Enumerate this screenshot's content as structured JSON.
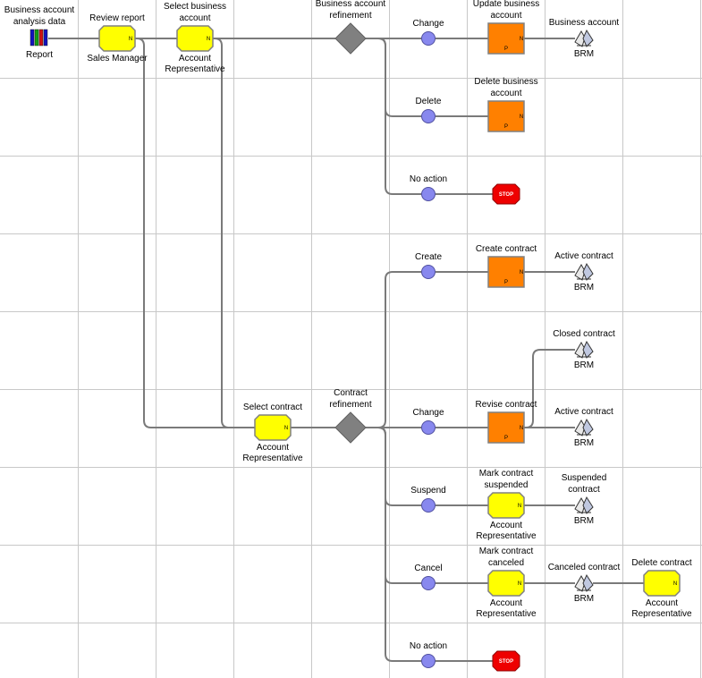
{
  "colors": {
    "grid": "#c8c8c8",
    "connector": "#7a7a7a",
    "task_fill": "#ffff00",
    "task_stroke": "#808080",
    "subprocess_fill": "#ff8000",
    "event_fill": "#8888ee",
    "gateway_fill": "#808080",
    "stop_fill": "#ee0000"
  },
  "labels": {
    "n_marker": "N",
    "p_marker": "P",
    "stop_text": "STOP"
  },
  "nodes": [
    {
      "id": "report",
      "kind": "report",
      "col": 0,
      "row": 0,
      "label_above": "Business account analysis data",
      "label_below": "Report",
      "icon": "report-books-icon"
    },
    {
      "id": "review",
      "kind": "task",
      "col": 1,
      "row": 0,
      "label_above": "Review report",
      "label_below": "Sales Manager"
    },
    {
      "id": "select_ba",
      "kind": "task",
      "col": 2,
      "row": 0,
      "label_above": "Select business account",
      "label_below": "Account Representative"
    },
    {
      "id": "ba_ref",
      "kind": "gateway",
      "col": 4,
      "row": 0,
      "label_above": "Business account refinement",
      "label_below": ""
    },
    {
      "id": "ev_change1",
      "kind": "event",
      "col": 5,
      "row": 0,
      "label_above": "Change",
      "label_below": ""
    },
    {
      "id": "upd_ba",
      "kind": "subprocess",
      "col": 6,
      "row": 0,
      "label_above": "Update business account",
      "label_below": ""
    },
    {
      "id": "brm1",
      "kind": "system",
      "col": 7,
      "row": 0,
      "label_above": "Business account",
      "label_below": "BRM",
      "icon": "brm-system-icon"
    },
    {
      "id": "ev_delete",
      "kind": "event",
      "col": 5,
      "row": 1,
      "label_above": "Delete",
      "label_below": ""
    },
    {
      "id": "del_ba",
      "kind": "subprocess",
      "col": 6,
      "row": 1,
      "label_above": "Delete business account",
      "label_below": ""
    },
    {
      "id": "ev_noact1",
      "kind": "event",
      "col": 5,
      "row": 2,
      "label_above": "No action",
      "label_below": ""
    },
    {
      "id": "stop1",
      "kind": "stop",
      "col": 6,
      "row": 2,
      "label_above": "",
      "label_below": ""
    },
    {
      "id": "ev_create",
      "kind": "event",
      "col": 5,
      "row": 3,
      "label_above": "Create",
      "label_below": ""
    },
    {
      "id": "create_c",
      "kind": "subprocess",
      "col": 6,
      "row": 3,
      "label_above": "Create contract",
      "label_below": ""
    },
    {
      "id": "brm2",
      "kind": "system",
      "col": 7,
      "row": 3,
      "label_above": "Active contract",
      "label_below": "BRM",
      "icon": "brm-system-icon"
    },
    {
      "id": "brm3",
      "kind": "system",
      "col": 7,
      "row": 4,
      "label_above": "Closed contract",
      "label_below": "BRM",
      "icon": "brm-system-icon"
    },
    {
      "id": "select_c",
      "kind": "task",
      "col": 3,
      "row": 5,
      "label_above": "Select contract",
      "label_below": "Account Representative"
    },
    {
      "id": "c_ref",
      "kind": "gateway",
      "col": 4,
      "row": 5,
      "label_above": "Contract refinement",
      "label_below": ""
    },
    {
      "id": "ev_change2",
      "kind": "event",
      "col": 5,
      "row": 5,
      "label_above": "Change",
      "label_below": ""
    },
    {
      "id": "revise_c",
      "kind": "subprocess",
      "col": 6,
      "row": 5,
      "label_above": "Revise contract",
      "label_below": ""
    },
    {
      "id": "brm4",
      "kind": "system",
      "col": 7,
      "row": 5,
      "label_above": "Active contract",
      "label_below": "BRM",
      "icon": "brm-system-icon"
    },
    {
      "id": "ev_suspend",
      "kind": "event",
      "col": 5,
      "row": 6,
      "label_above": "Suspend",
      "label_below": ""
    },
    {
      "id": "mark_susp",
      "kind": "task",
      "col": 6,
      "row": 6,
      "label_above": "Mark contract suspended",
      "label_below": "Account Representative"
    },
    {
      "id": "brm5",
      "kind": "system",
      "col": 7,
      "row": 6,
      "label_above": "Suspended contract",
      "label_below": "BRM",
      "icon": "brm-system-icon"
    },
    {
      "id": "ev_cancel",
      "kind": "event",
      "col": 5,
      "row": 7,
      "label_above": "Cancel",
      "label_below": ""
    },
    {
      "id": "mark_canc",
      "kind": "task",
      "col": 6,
      "row": 7,
      "label_above": "Mark contract canceled",
      "label_below": "Account Representative"
    },
    {
      "id": "brm6",
      "kind": "system",
      "col": 7,
      "row": 7,
      "label_above": "Canceled contract",
      "label_below": "BRM",
      "icon": "brm-system-icon"
    },
    {
      "id": "del_c",
      "kind": "task",
      "col": 8,
      "row": 7,
      "label_above": "Delete contract",
      "label_below": "Account Representative"
    },
    {
      "id": "ev_noact2",
      "kind": "event",
      "col": 5,
      "row": 8,
      "label_above": "No action",
      "label_below": ""
    },
    {
      "id": "stop2",
      "kind": "stop",
      "col": 6,
      "row": 8,
      "label_above": "",
      "label_below": ""
    }
  ],
  "edges": [
    [
      "report",
      "review"
    ],
    [
      "review",
      "select_ba"
    ],
    [
      "select_ba",
      "ba_ref"
    ],
    [
      "ba_ref",
      "ev_change1"
    ],
    [
      "ba_ref",
      "ev_delete"
    ],
    [
      "ba_ref",
      "ev_noact1"
    ],
    [
      "ev_change1",
      "upd_ba"
    ],
    [
      "upd_ba",
      "brm1"
    ],
    [
      "ev_delete",
      "del_ba"
    ],
    [
      "ev_noact1",
      "stop1"
    ],
    [
      "review",
      "select_c"
    ],
    [
      "select_ba",
      "select_c"
    ],
    [
      "select_c",
      "c_ref"
    ],
    [
      "c_ref",
      "ev_create"
    ],
    [
      "c_ref",
      "ev_change2"
    ],
    [
      "c_ref",
      "ev_suspend"
    ],
    [
      "c_ref",
      "ev_cancel"
    ],
    [
      "c_ref",
      "ev_noact2"
    ],
    [
      "ev_create",
      "create_c"
    ],
    [
      "create_c",
      "brm2"
    ],
    [
      "ev_change2",
      "revise_c"
    ],
    [
      "revise_c",
      "brm4"
    ],
    [
      "revise_c",
      "brm3"
    ],
    [
      "ev_suspend",
      "mark_susp"
    ],
    [
      "mark_susp",
      "brm5"
    ],
    [
      "ev_cancel",
      "mark_canc"
    ],
    [
      "mark_canc",
      "brm6"
    ],
    [
      "brm6",
      "del_c"
    ],
    [
      "ev_noact2",
      "stop2"
    ]
  ]
}
